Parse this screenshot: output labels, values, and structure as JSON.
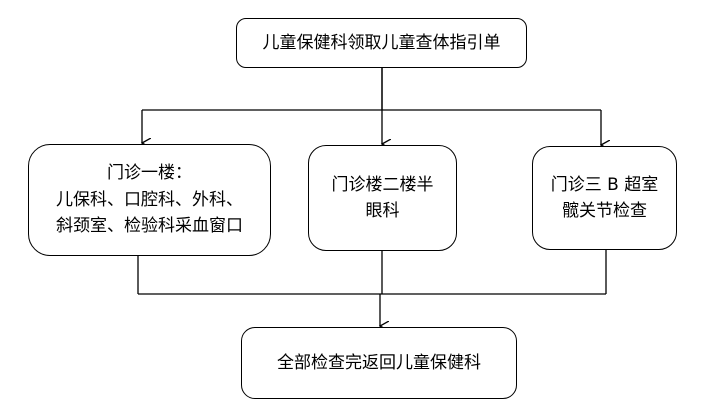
{
  "nodes": {
    "top": {
      "lines": [
        "儿童保健科领取儿童查体指引单"
      ]
    },
    "left": {
      "lines": [
        "门诊一楼：",
        "儿保科、口腔科、外科、",
        "斜颈室、检验科采血窗口"
      ]
    },
    "middle": {
      "lines": [
        "门诊楼二楼半",
        "眼科"
      ]
    },
    "right": {
      "lines": [
        "门诊三 B 超室",
        "髋关节检查"
      ]
    },
    "bottom": {
      "lines": [
        "全部检查完返回儿童保健科"
      ]
    }
  },
  "colors": {
    "stroke": "#000000",
    "background": "#ffffff",
    "text": "#000000"
  }
}
